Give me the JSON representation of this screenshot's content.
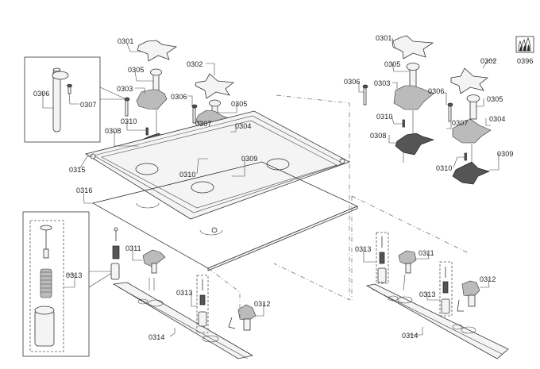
{
  "diagram": {
    "title": "Gas hob exploded parts diagram",
    "labels_left": {
      "p0301": "0301",
      "p0302": "0302",
      "p0303": "0303",
      "p0304": "0304",
      "p0305a": "0305",
      "p0305b": "0305",
      "p0306_inset": "0306",
      "p0307_inset": "0307",
      "p0306b": "0306",
      "p0307b": "0307",
      "p0308": "0308",
      "p0309": "0309",
      "p0310a": "0310",
      "p0310b": "0310",
      "p0315": "0315",
      "p0316": "0316",
      "p0311": "0311",
      "p0312": "0312",
      "p0313_inset": "0313",
      "p0313b": "0313",
      "p0314": "0314"
    },
    "labels_right": {
      "p0301": "0301",
      "p0302": "0302",
      "p0303": "0303",
      "p0304": "0304",
      "p0305a": "0305",
      "p0305b": "0305",
      "p0306a": "0306",
      "p0306b": "0306",
      "p0307": "0307",
      "p0308": "0308",
      "p0309": "0309",
      "p0310a": "0310",
      "p0310b": "0310",
      "p0311": "0311",
      "p0312": "0312",
      "p0313a": "0313",
      "p0313b": "0313",
      "p0314": "0314"
    },
    "icon": {
      "name": "gas-flame-icon",
      "label": "0396"
    }
  }
}
